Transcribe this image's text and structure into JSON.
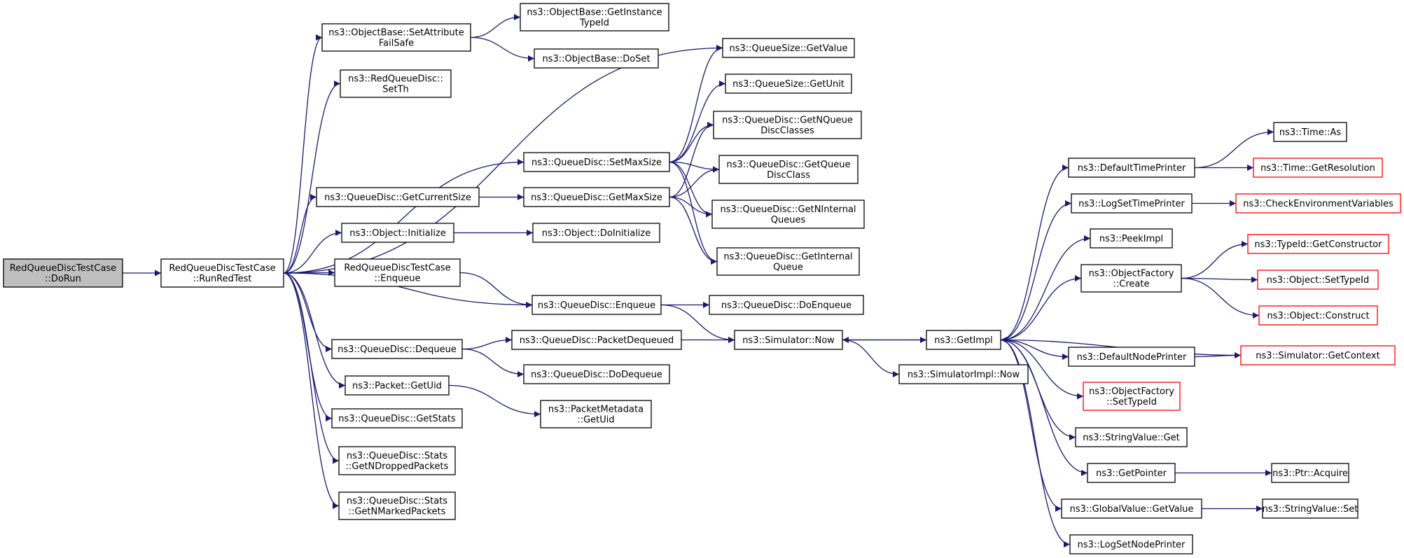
{
  "colors": {
    "edge": "#191970",
    "node_border": "#000000",
    "node_border_truncated": "#ff0000",
    "node_fill": "#ffffff",
    "root_fill": "#bfbfbf"
  },
  "nodes": [
    {
      "id": "n0",
      "lines": [
        "RedQueueDiscTestCase",
        "::DoRun"
      ],
      "style": "root"
    },
    {
      "id": "n1",
      "lines": [
        "RedQueueDiscTestCase",
        "::RunRedTest"
      ],
      "style": "normal"
    },
    {
      "id": "n2",
      "lines": [
        "ns3::ObjectBase::SetAttribute",
        "FailSafe"
      ],
      "style": "normal"
    },
    {
      "id": "n3",
      "lines": [
        "ns3::ObjectBase::GetInstance",
        "TypeId"
      ],
      "style": "normal"
    },
    {
      "id": "n4",
      "lines": [
        "ns3::ObjectBase::DoSet"
      ],
      "style": "normal"
    },
    {
      "id": "n5",
      "lines": [
        "ns3::RedQueueDisc::",
        "SetTh"
      ],
      "style": "normal"
    },
    {
      "id": "n6",
      "lines": [
        "ns3::QueueSize::GetValue"
      ],
      "style": "normal"
    },
    {
      "id": "n7",
      "lines": [
        "ns3::QueueSize::GetUnit"
      ],
      "style": "normal"
    },
    {
      "id": "n8",
      "lines": [
        "ns3::QueueDisc::GetNQueue",
        "DiscClasses"
      ],
      "style": "normal"
    },
    {
      "id": "n9",
      "lines": [
        "ns3::QueueDisc::SetMaxSize"
      ],
      "style": "normal"
    },
    {
      "id": "n10",
      "lines": [
        "ns3::QueueDisc::GetQueue",
        "DiscClass"
      ],
      "style": "normal"
    },
    {
      "id": "n11",
      "lines": [
        "ns3::QueueDisc::GetCurrentSize"
      ],
      "style": "normal"
    },
    {
      "id": "n12",
      "lines": [
        "ns3::QueueDisc::GetMaxSize"
      ],
      "style": "normal"
    },
    {
      "id": "n13",
      "lines": [
        "ns3::QueueDisc::GetNInternal",
        "Queues"
      ],
      "style": "normal"
    },
    {
      "id": "n14",
      "lines": [
        "ns3::Object::Initialize"
      ],
      "style": "normal"
    },
    {
      "id": "n15",
      "lines": [
        "ns3::Object::DoInitialize"
      ],
      "style": "normal"
    },
    {
      "id": "n16",
      "lines": [
        "ns3::QueueDisc::GetInternal",
        "Queue"
      ],
      "style": "normal"
    },
    {
      "id": "n17",
      "lines": [
        "RedQueueDiscTestCase",
        "::Enqueue"
      ],
      "style": "normal"
    },
    {
      "id": "n18",
      "lines": [
        "ns3::QueueDisc::Enqueue"
      ],
      "style": "normal"
    },
    {
      "id": "n19",
      "lines": [
        "ns3::QueueDisc::DoEnqueue"
      ],
      "style": "normal"
    },
    {
      "id": "n20",
      "lines": [
        "ns3::QueueDisc::Dequeue"
      ],
      "style": "normal"
    },
    {
      "id": "n21",
      "lines": [
        "ns3::QueueDisc::PacketDequeued"
      ],
      "style": "normal"
    },
    {
      "id": "n22",
      "lines": [
        "ns3::Simulator::Now"
      ],
      "style": "normal"
    },
    {
      "id": "n23",
      "lines": [
        "ns3::QueueDisc::DoDequeue"
      ],
      "style": "normal"
    },
    {
      "id": "n24",
      "lines": [
        "ns3::Packet::GetUid"
      ],
      "style": "normal"
    },
    {
      "id": "n25",
      "lines": [
        "ns3::PacketMetadata",
        "::GetUid"
      ],
      "style": "normal"
    },
    {
      "id": "n26",
      "lines": [
        "ns3::QueueDisc::GetStats"
      ],
      "style": "normal"
    },
    {
      "id": "n27",
      "lines": [
        "ns3::QueueDisc::Stats",
        "::GetNDroppedPackets"
      ],
      "style": "normal"
    },
    {
      "id": "n28",
      "lines": [
        "ns3::QueueDisc::Stats",
        "::GetNMarkedPackets"
      ],
      "style": "normal"
    },
    {
      "id": "n29",
      "lines": [
        "ns3::GetImpl"
      ],
      "style": "normal"
    },
    {
      "id": "n30",
      "lines": [
        "ns3::SimulatorImpl::Now"
      ],
      "style": "normal"
    },
    {
      "id": "n31",
      "lines": [
        "ns3::DefaultTimePrinter"
      ],
      "style": "normal"
    },
    {
      "id": "n32",
      "lines": [
        "ns3::LogSetTimePrinter"
      ],
      "style": "normal"
    },
    {
      "id": "n33",
      "lines": [
        "ns3::PeekImpl"
      ],
      "style": "normal"
    },
    {
      "id": "n34",
      "lines": [
        "ns3::ObjectFactory",
        "::Create"
      ],
      "style": "normal"
    },
    {
      "id": "n35",
      "lines": [
        "ns3::DefaultNodePrinter"
      ],
      "style": "normal"
    },
    {
      "id": "n36",
      "lines": [
        "ns3::ObjectFactory",
        "::SetTypeId"
      ],
      "style": "truncated"
    },
    {
      "id": "n37",
      "lines": [
        "ns3::StringValue::Get"
      ],
      "style": "normal"
    },
    {
      "id": "n38",
      "lines": [
        "ns3::GetPointer"
      ],
      "style": "normal"
    },
    {
      "id": "n39",
      "lines": [
        "ns3::GlobalValue::GetValue"
      ],
      "style": "normal"
    },
    {
      "id": "n40",
      "lines": [
        "ns3::LogSetNodePrinter"
      ],
      "style": "normal"
    },
    {
      "id": "n41",
      "lines": [
        "ns3::Time::As"
      ],
      "style": "normal"
    },
    {
      "id": "n42",
      "lines": [
        "ns3::Time::GetResolution"
      ],
      "style": "truncated"
    },
    {
      "id": "n43",
      "lines": [
        "ns3::CheckEnvironmentVariables"
      ],
      "style": "truncated"
    },
    {
      "id": "n44",
      "lines": [
        "ns3::TypeId::GetConstructor"
      ],
      "style": "truncated"
    },
    {
      "id": "n45",
      "lines": [
        "ns3::Object::SetTypeId"
      ],
      "style": "truncated"
    },
    {
      "id": "n46",
      "lines": [
        "ns3::Object::Construct"
      ],
      "style": "truncated"
    },
    {
      "id": "n47",
      "lines": [
        "ns3::Simulator::GetContext"
      ],
      "style": "truncated"
    },
    {
      "id": "n48",
      "lines": [
        "ns3::Ptr::Acquire"
      ],
      "style": "normal"
    },
    {
      "id": "n49",
      "lines": [
        "ns3::StringValue::Set"
      ],
      "style": "normal"
    }
  ],
  "edges": [
    [
      "n0",
      "n1"
    ],
    [
      "n1",
      "n2"
    ],
    [
      "n1",
      "n5"
    ],
    [
      "n1",
      "n6"
    ],
    [
      "n1",
      "n9"
    ],
    [
      "n1",
      "n11"
    ],
    [
      "n1",
      "n14"
    ],
    [
      "n1",
      "n17"
    ],
    [
      "n1",
      "n18"
    ],
    [
      "n1",
      "n20"
    ],
    [
      "n1",
      "n24"
    ],
    [
      "n1",
      "n26"
    ],
    [
      "n1",
      "n27"
    ],
    [
      "n1",
      "n28"
    ],
    [
      "n2",
      "n3"
    ],
    [
      "n2",
      "n4"
    ],
    [
      "n9",
      "n6"
    ],
    [
      "n9",
      "n7"
    ],
    [
      "n9",
      "n8"
    ],
    [
      "n9",
      "n10"
    ],
    [
      "n9",
      "n13"
    ],
    [
      "n9",
      "n16"
    ],
    [
      "n11",
      "n12"
    ],
    [
      "n12",
      "n8"
    ],
    [
      "n12",
      "n10"
    ],
    [
      "n12",
      "n13"
    ],
    [
      "n12",
      "n16"
    ],
    [
      "n14",
      "n15"
    ],
    [
      "n17",
      "n18"
    ],
    [
      "n18",
      "n19"
    ],
    [
      "n18",
      "n22"
    ],
    [
      "n20",
      "n21"
    ],
    [
      "n20",
      "n23"
    ],
    [
      "n21",
      "n22"
    ],
    [
      "n24",
      "n25"
    ],
    [
      "n22",
      "n29"
    ],
    [
      "n22",
      "n30"
    ],
    [
      "n29",
      "n22"
    ],
    [
      "n29",
      "n31"
    ],
    [
      "n29",
      "n32"
    ],
    [
      "n29",
      "n33"
    ],
    [
      "n29",
      "n34"
    ],
    [
      "n29",
      "n35"
    ],
    [
      "n29",
      "n36"
    ],
    [
      "n29",
      "n37"
    ],
    [
      "n29",
      "n38"
    ],
    [
      "n29",
      "n39"
    ],
    [
      "n29",
      "n40"
    ],
    [
      "n31",
      "n41"
    ],
    [
      "n31",
      "n42"
    ],
    [
      "n32",
      "n43"
    ],
    [
      "n34",
      "n44"
    ],
    [
      "n34",
      "n45"
    ],
    [
      "n34",
      "n46"
    ],
    [
      "n35",
      "n47"
    ],
    [
      "n47",
      "n29"
    ],
    [
      "n38",
      "n48"
    ],
    [
      "n39",
      "n49"
    ]
  ]
}
